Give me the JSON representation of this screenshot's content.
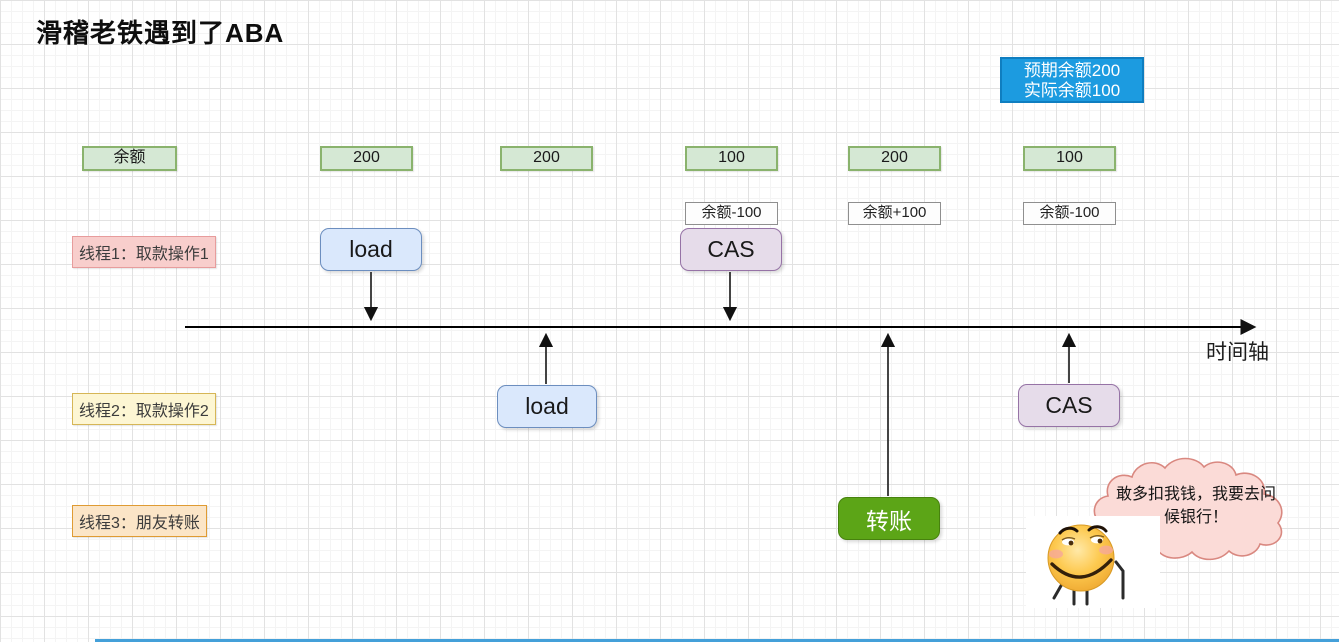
{
  "title": "滑稽老铁遇到了ABA",
  "note": {
    "line1": "预期余额200",
    "line2": "实际余额100"
  },
  "balance_row": [
    "余额",
    "200",
    "200",
    "100",
    "200",
    "100"
  ],
  "op_labels": [
    "余额-100",
    "余额+100",
    "余额-100"
  ],
  "threads": {
    "t1": "线程1：取款操作1",
    "t2": "线程2：取款操作2",
    "t3": "线程3：朋友转账"
  },
  "nodes": {
    "load1": "load",
    "cas1": "CAS",
    "load2": "load",
    "cas2": "CAS",
    "transfer": "转账"
  },
  "timeline_label": "时间轴",
  "speech": {
    "line1": "敢多扣我钱，我要去问",
    "line2": "候银行！"
  },
  "icons": {
    "cloud": "speech-cloud",
    "huaji": "huaji-smiley-meme"
  },
  "colors": {
    "note_bg": "#1c9be0",
    "note_border": "#0f7ec0",
    "balance_bg": "#d5e8d4",
    "balance_border": "#8ab36d",
    "load_bg": "#dae8fc",
    "load_border": "#6c8ebf",
    "cas_bg": "#e6dcea",
    "cas_border": "#9673a6",
    "transfer_bg": "#5ca517",
    "transfer_border": "#47820e",
    "thread1_bg": "#f8cecc",
    "thread2_bg": "#fdf6d3",
    "thread3_bg": "#fbe5c7",
    "cloud_bg": "#fbdbd7",
    "cloud_border": "#d98880",
    "axis_color": "#000000"
  }
}
